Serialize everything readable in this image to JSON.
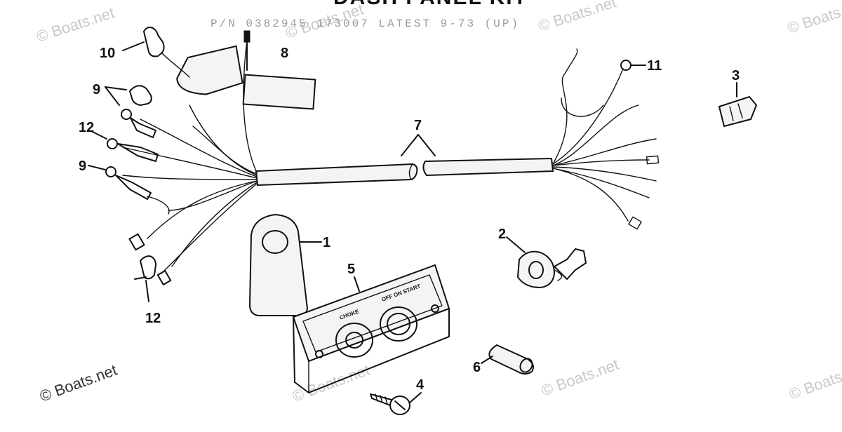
{
  "diagram": {
    "heading": "DASH PANEL KIT",
    "subheading": "P/N 0382945  173007  LATEST  9-73 (UP)",
    "panel_labels": {
      "choke": "CHOKE",
      "off_on_start": "OFF ON START"
    },
    "callouts": [
      {
        "id": "c1",
        "text": "1"
      },
      {
        "id": "c2",
        "text": "2"
      },
      {
        "id": "c3",
        "text": "3"
      },
      {
        "id": "c4",
        "text": "4"
      },
      {
        "id": "c5",
        "text": "5"
      },
      {
        "id": "c6",
        "text": "6"
      },
      {
        "id": "c7",
        "text": "7"
      },
      {
        "id": "c8",
        "text": "8"
      },
      {
        "id": "c9a",
        "text": "9"
      },
      {
        "id": "c9b",
        "text": "9"
      },
      {
        "id": "c10",
        "text": "10"
      },
      {
        "id": "c11",
        "text": "11"
      },
      {
        "id": "c12a",
        "text": "12"
      },
      {
        "id": "c12b",
        "text": "12"
      }
    ],
    "watermark": "© Boats.net"
  },
  "colors": {
    "ink": "#111111",
    "watermark": "#c9c9c9",
    "paper": "#ffffff"
  }
}
